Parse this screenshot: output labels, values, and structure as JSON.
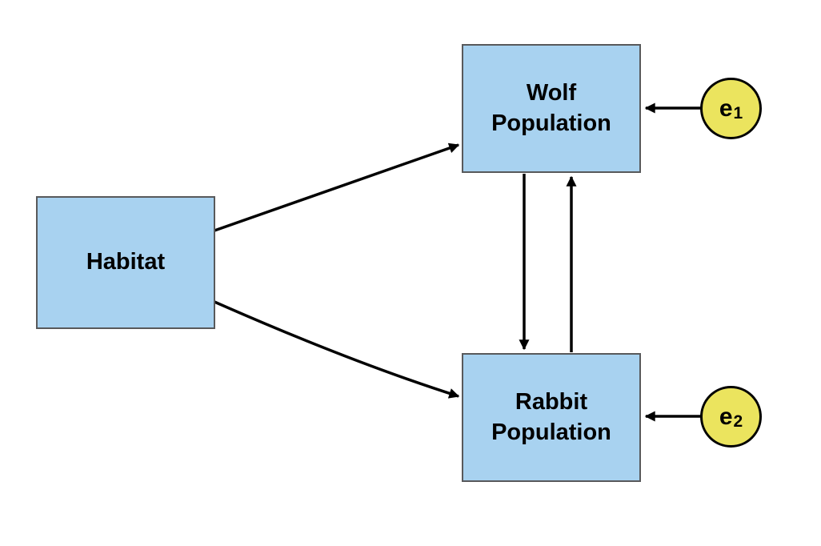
{
  "diagram": {
    "type": "path-diagram",
    "nodes": {
      "habitat": {
        "label": "Habitat"
      },
      "wolf": {
        "label_line1": "Wolf",
        "label_line2": "Population"
      },
      "rabbit": {
        "label_line1": "Rabbit",
        "label_line2": "Population"
      },
      "e1": {
        "base": "e",
        "sub": "1"
      },
      "e2": {
        "base": "e",
        "sub": "2"
      }
    },
    "edges": [
      {
        "from": "Habitat",
        "to": "Wolf Population"
      },
      {
        "from": "Habitat",
        "to": "Rabbit Population"
      },
      {
        "from": "Wolf Population",
        "to": "Rabbit Population"
      },
      {
        "from": "Rabbit Population",
        "to": "Wolf Population"
      },
      {
        "from": "e1",
        "to": "Wolf Population"
      },
      {
        "from": "e2",
        "to": "Rabbit Population"
      }
    ],
    "colors": {
      "node_fill": "#a8d2f0",
      "node_border": "#58595b",
      "error_fill": "#ebe45e",
      "error_border": "#000000",
      "arrow": "#000000",
      "background": "#ffffff"
    }
  }
}
